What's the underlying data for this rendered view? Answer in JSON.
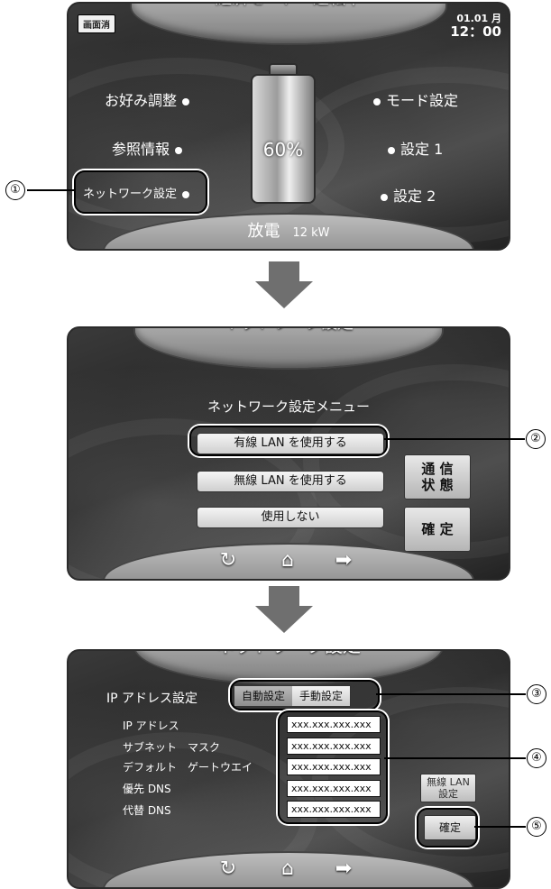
{
  "screen1": {
    "clear_button": "画面消",
    "title": "経済モード　運転中",
    "date": "01.01 月",
    "time": "12：00",
    "menu_left": [
      "お好み調整",
      "参照情報",
      "ネットワーク設定"
    ],
    "menu_right": [
      "モード設定",
      "設定 1",
      "設定 2"
    ],
    "battery_percent": "60%",
    "status": "放電",
    "power": "12 kW"
  },
  "screen2": {
    "title": "ネットワーク設定",
    "menu_title": "ネットワーク設定メニュー",
    "options": [
      "有線 LAN を使用する",
      "無線 LAN を使用する",
      "使用しない"
    ],
    "comm_status": "通 信\n状 態",
    "confirm": "確 定"
  },
  "screen3": {
    "title": "ネットワーク設定",
    "ip_setting_label": "IP アドレス設定",
    "auto": "自動設定",
    "manual": "手動設定",
    "fields": [
      {
        "label": "IP アドレス",
        "value": "xxx.xxx.xxx.xxx"
      },
      {
        "label": "サブネット　マスク",
        "value": "xxx.xxx.xxx.xxx"
      },
      {
        "label": "デフォルト　ゲートウエイ",
        "value": "xxx.xxx.xxx.xxx"
      },
      {
        "label": "優先 DNS",
        "value": "xxx.xxx.xxx.xxx"
      },
      {
        "label": "代替 DNS",
        "value": "xxx.xxx.xxx.xxx"
      }
    ],
    "wireless_lan_settings": "無線 LAN\n設定",
    "confirm": "確定"
  },
  "callouts": [
    "①",
    "②",
    "③",
    "④",
    "⑤"
  ],
  "icons": {
    "refresh": "refresh-icon",
    "home": "home-icon",
    "next": "next-arrow-icon"
  }
}
